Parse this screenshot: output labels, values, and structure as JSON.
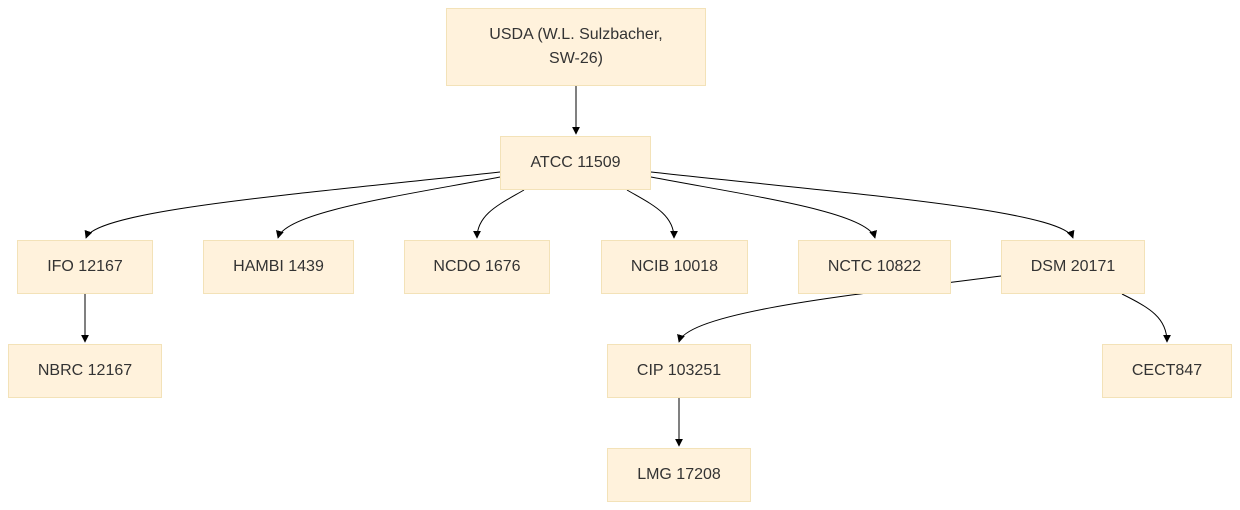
{
  "diagram": {
    "nodes": {
      "usda": {
        "line1": "USDA (W.L. Sulzbacher,",
        "line2": "SW-26)"
      },
      "atcc": {
        "label": "ATCC 11509"
      },
      "ifo": {
        "label": "IFO 12167"
      },
      "hambi": {
        "label": "HAMBI 1439"
      },
      "ncdo": {
        "label": "NCDO 1676"
      },
      "ncib": {
        "label": "NCIB 10018"
      },
      "nctc": {
        "label": "NCTC 10822"
      },
      "dsm": {
        "label": "DSM 20171"
      },
      "nbrc": {
        "label": "NBRC 12167"
      },
      "cip": {
        "label": "CIP 103251"
      },
      "cect": {
        "label": "CECT847"
      },
      "lmg": {
        "label": "LMG 17208"
      }
    },
    "edges": [
      {
        "from": "usda",
        "to": "atcc"
      },
      {
        "from": "atcc",
        "to": "ifo"
      },
      {
        "from": "atcc",
        "to": "hambi"
      },
      {
        "from": "atcc",
        "to": "ncdo"
      },
      {
        "from": "atcc",
        "to": "ncib"
      },
      {
        "from": "atcc",
        "to": "nctc"
      },
      {
        "from": "atcc",
        "to": "dsm"
      },
      {
        "from": "ifo",
        "to": "nbrc"
      },
      {
        "from": "dsm",
        "to": "cip"
      },
      {
        "from": "dsm",
        "to": "cect"
      },
      {
        "from": "cip",
        "to": "lmg"
      }
    ],
    "colors": {
      "node_fill": "#fff2dc",
      "node_border": "#f3e2b8",
      "edge": "#000000",
      "text": "#333333"
    }
  }
}
